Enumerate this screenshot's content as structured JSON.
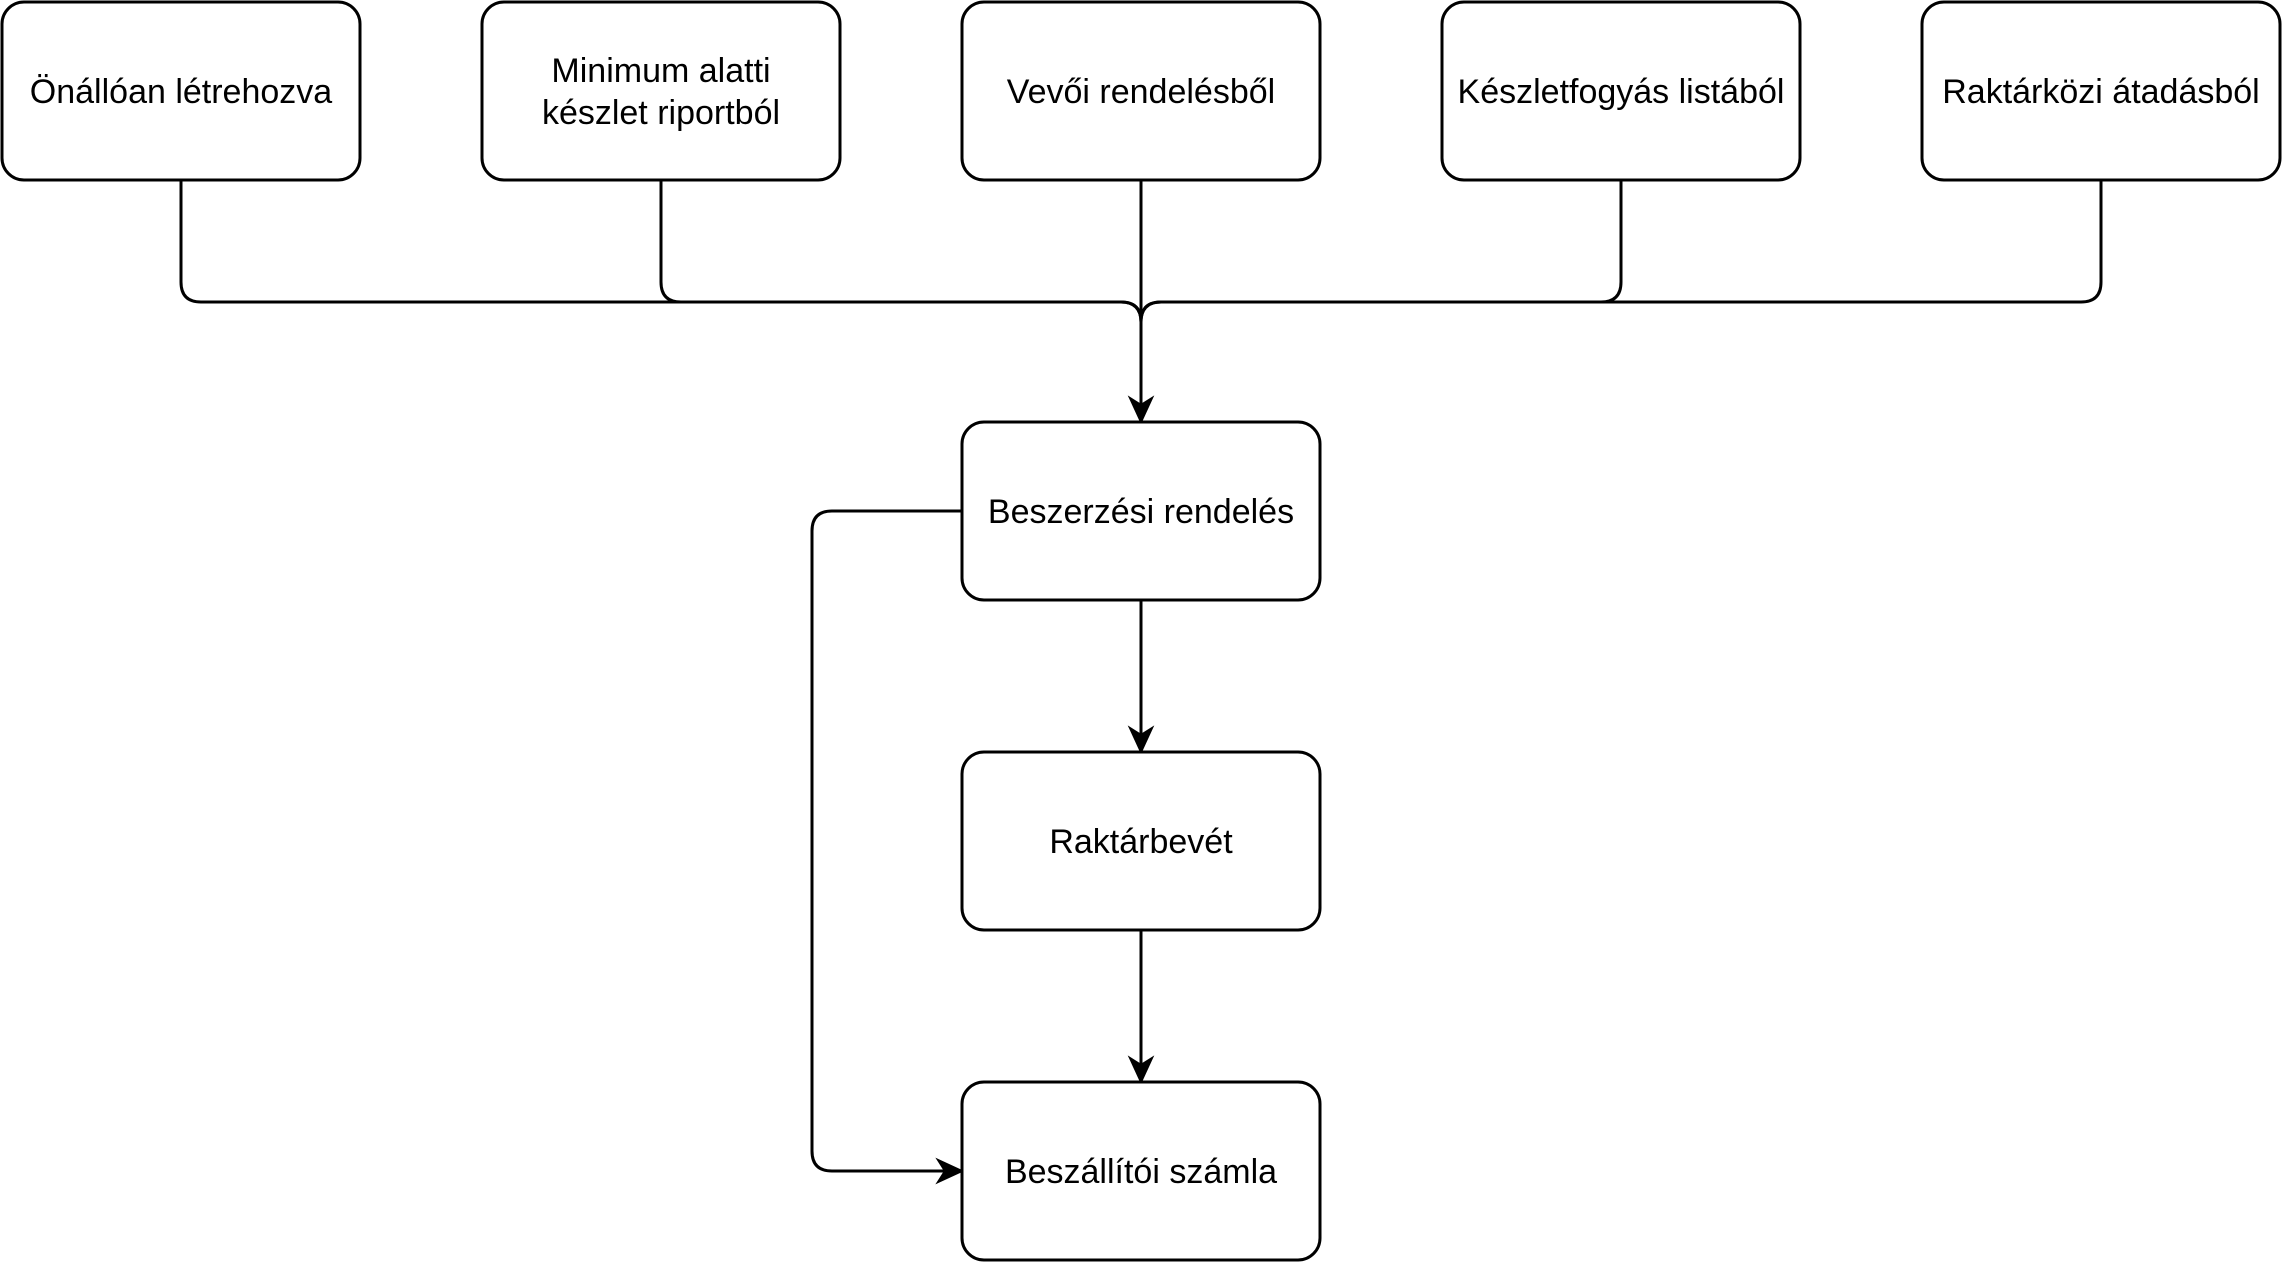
{
  "diagram": {
    "nodes": [
      {
        "id": "n1",
        "lines": [
          "Önállóan létrehozva"
        ]
      },
      {
        "id": "n2",
        "lines": [
          "Minimum alatti",
          "készlet riportból"
        ]
      },
      {
        "id": "n3",
        "lines": [
          "Vevői rendelésből"
        ]
      },
      {
        "id": "n4",
        "lines": [
          "Készletfogyás listából"
        ]
      },
      {
        "id": "n5",
        "lines": [
          "Raktárközi átadásból"
        ]
      },
      {
        "id": "po",
        "lines": [
          "Beszerzési rendelés"
        ]
      },
      {
        "id": "gr",
        "lines": [
          "Raktárbevét"
        ]
      },
      {
        "id": "inv",
        "lines": [
          "Beszállítói számla"
        ]
      }
    ],
    "edges": [
      {
        "from": "n1",
        "to": "po"
      },
      {
        "from": "n2",
        "to": "po"
      },
      {
        "from": "n3",
        "to": "po"
      },
      {
        "from": "n4",
        "to": "po"
      },
      {
        "from": "n5",
        "to": "po"
      },
      {
        "from": "po",
        "to": "gr"
      },
      {
        "from": "gr",
        "to": "inv"
      },
      {
        "from": "po",
        "to": "inv"
      }
    ]
  }
}
